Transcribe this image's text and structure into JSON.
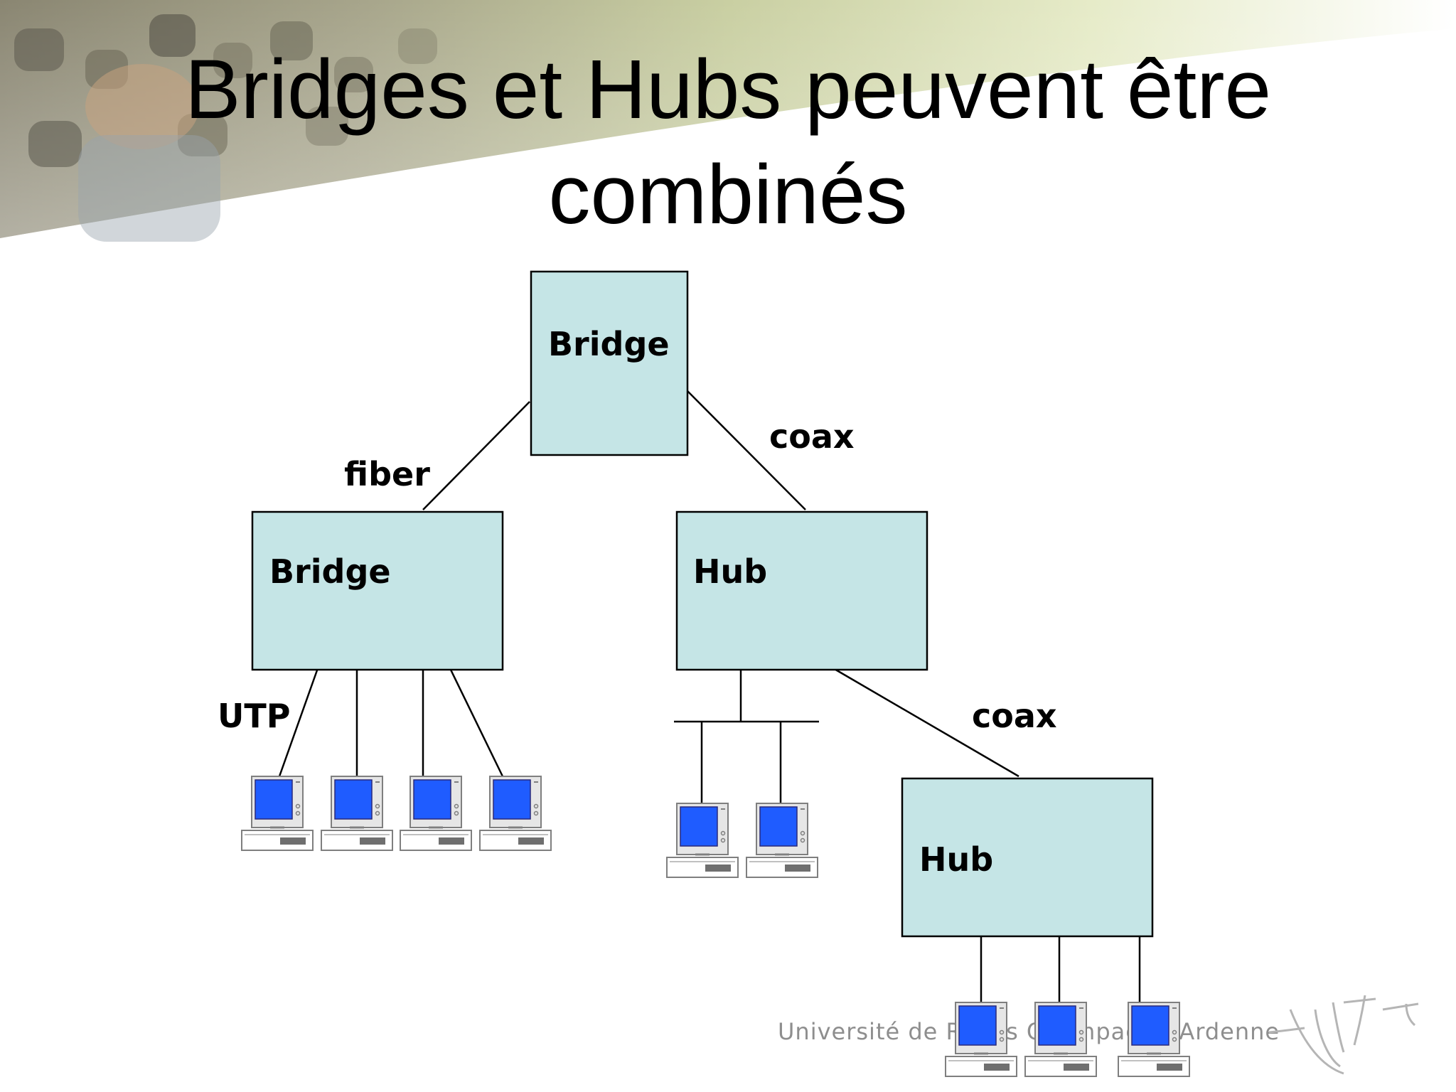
{
  "slide": {
    "title_line1": "Bridges et Hubs peuvent être",
    "title_line2": "combinés"
  },
  "diagram": {
    "nodes": {
      "top_bridge": "Bridge",
      "left_bridge": "Bridge",
      "hub_upper": "Hub",
      "hub_lower": "Hub"
    },
    "links": {
      "fiber": "fiber",
      "coax_top": "coax",
      "coax_hub": "coax",
      "utp": "UTP"
    }
  },
  "footer": {
    "university_text": "Université de Reims Champagne-Ardenne"
  },
  "colors": {
    "node_fill": "#c5e5e6",
    "screen_blue": "#1f5cff",
    "line": "#000000"
  }
}
